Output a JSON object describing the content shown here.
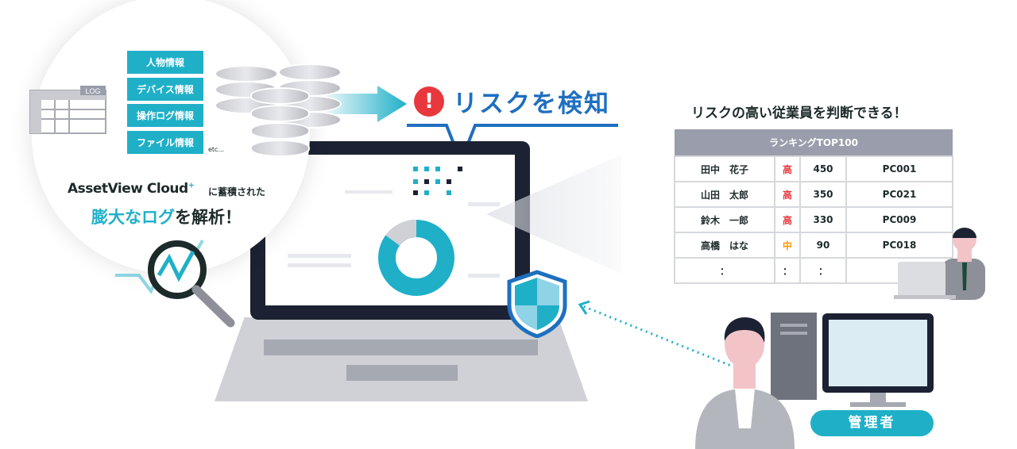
{
  "left_panel": {
    "log_label": "LOG",
    "categories": [
      "人物情報",
      "デバイス情報",
      "操作ログ情報",
      "ファイル情報"
    ],
    "etc": "etc...",
    "brand": "AssetView Cloud",
    "brand_sup": "+",
    "subtitle": "に蓄積された",
    "headline_highlight": "膨大なログ",
    "headline_rest": "を解析！"
  },
  "detection": {
    "alert_symbol": "!",
    "label": "リスクを検知"
  },
  "ranking": {
    "title": "リスクの高い従業員を判断できる！",
    "header": "ランキングTOP100",
    "rows": [
      {
        "name": "田中　花子",
        "level": "高",
        "score": "450",
        "pc": "PC001"
      },
      {
        "name": "山田　太郎",
        "level": "高",
        "score": "350",
        "pc": "PC021"
      },
      {
        "name": "鈴木　一郎",
        "level": "高",
        "score": "330",
        "pc": "PC009"
      },
      {
        "name": "高橋　はな",
        "level": "中",
        "score": "90",
        "pc": "PC018"
      },
      {
        "name": "：",
        "level": "：",
        "score": "：",
        "pc": ""
      }
    ]
  },
  "admin_label": "管理者",
  "colors": {
    "teal": "#1fb0c8",
    "blue": "#1f6fbf",
    "red": "#e8383d",
    "orange": "#f39800",
    "dark": "#1c2233"
  }
}
